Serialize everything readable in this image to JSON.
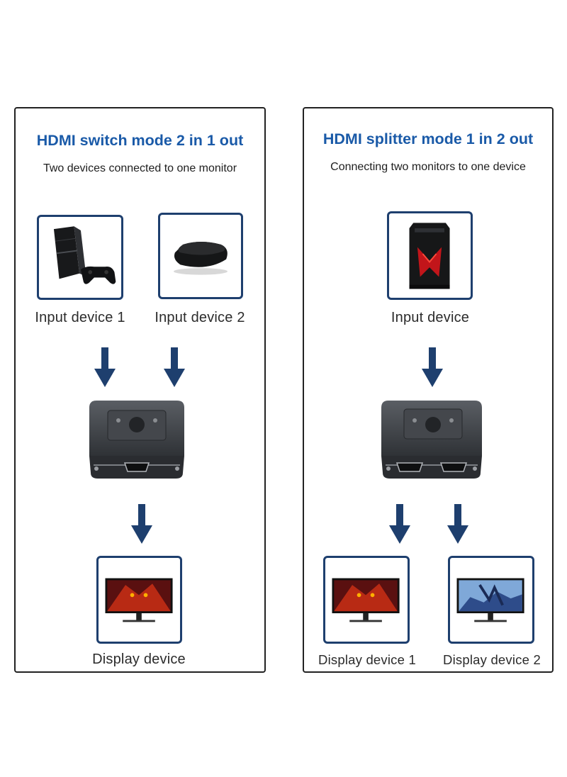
{
  "switch_mode": {
    "title": "HDMI switch mode 2 in 1 out",
    "subtitle": "Two devices connected to one monitor",
    "input_1_label": "Input device 1",
    "input_2_label": "Input device 2",
    "display_label": "Display device"
  },
  "splitter_mode": {
    "title": "HDMI splitter mode 1 in 2 out",
    "subtitle": "Connecting two monitors to one device",
    "input_label": "Input device",
    "display_1_label": "Display device 1",
    "display_2_label": "Display device 2"
  },
  "icons": {
    "console": "game-console-icon",
    "tv_box": "tv-box-icon",
    "pc_tower": "pc-tower-icon",
    "switch": "hdmi-switch-icon",
    "splitter": "hdmi-splitter-icon",
    "monitor": "monitor-icon",
    "arrow": "arrow-down-icon"
  },
  "colors": {
    "title": "#1a5aa8",
    "frame": "#1e3f6e",
    "arrow": "#1e3f6e",
    "device_body": "#3a3d42"
  }
}
